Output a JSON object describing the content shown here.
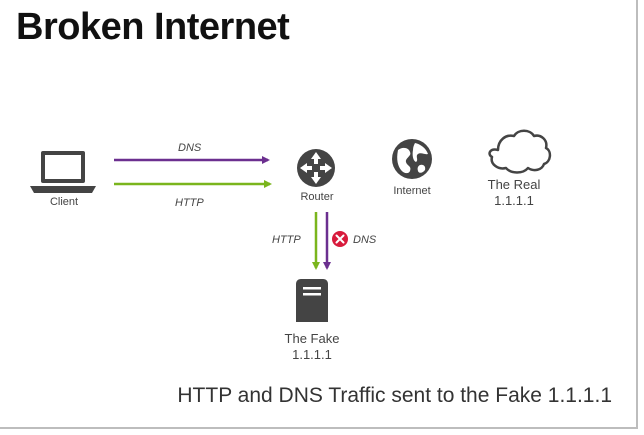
{
  "title": "Broken Internet",
  "caption": "HTTP and DNS Traffic sent to the Fake 1.1.1.1",
  "nodes": {
    "client": {
      "label": "Client",
      "icon": "laptop-icon"
    },
    "router": {
      "label": "Router",
      "icon": "router-icon"
    },
    "internet": {
      "label": "Internet",
      "icon": "globe-icon"
    },
    "real": {
      "label_line1": "The Real",
      "label_line2": "1.1.1.1",
      "icon": "cloud-icon"
    },
    "fake": {
      "label_line1": "The Fake",
      "label_line2": "1.1.1.1",
      "icon": "server-icon"
    }
  },
  "edges": {
    "client_dns": {
      "label": "DNS"
    },
    "client_http": {
      "label": "HTTP"
    },
    "router_http": {
      "label": "HTTP"
    },
    "router_dns": {
      "label": "DNS",
      "status_icon": "blocked-x-icon"
    }
  },
  "colors": {
    "dns": "#6b2f8f",
    "http": "#7ab51d",
    "icon": "#444444",
    "blocked": "#d81b3c"
  }
}
